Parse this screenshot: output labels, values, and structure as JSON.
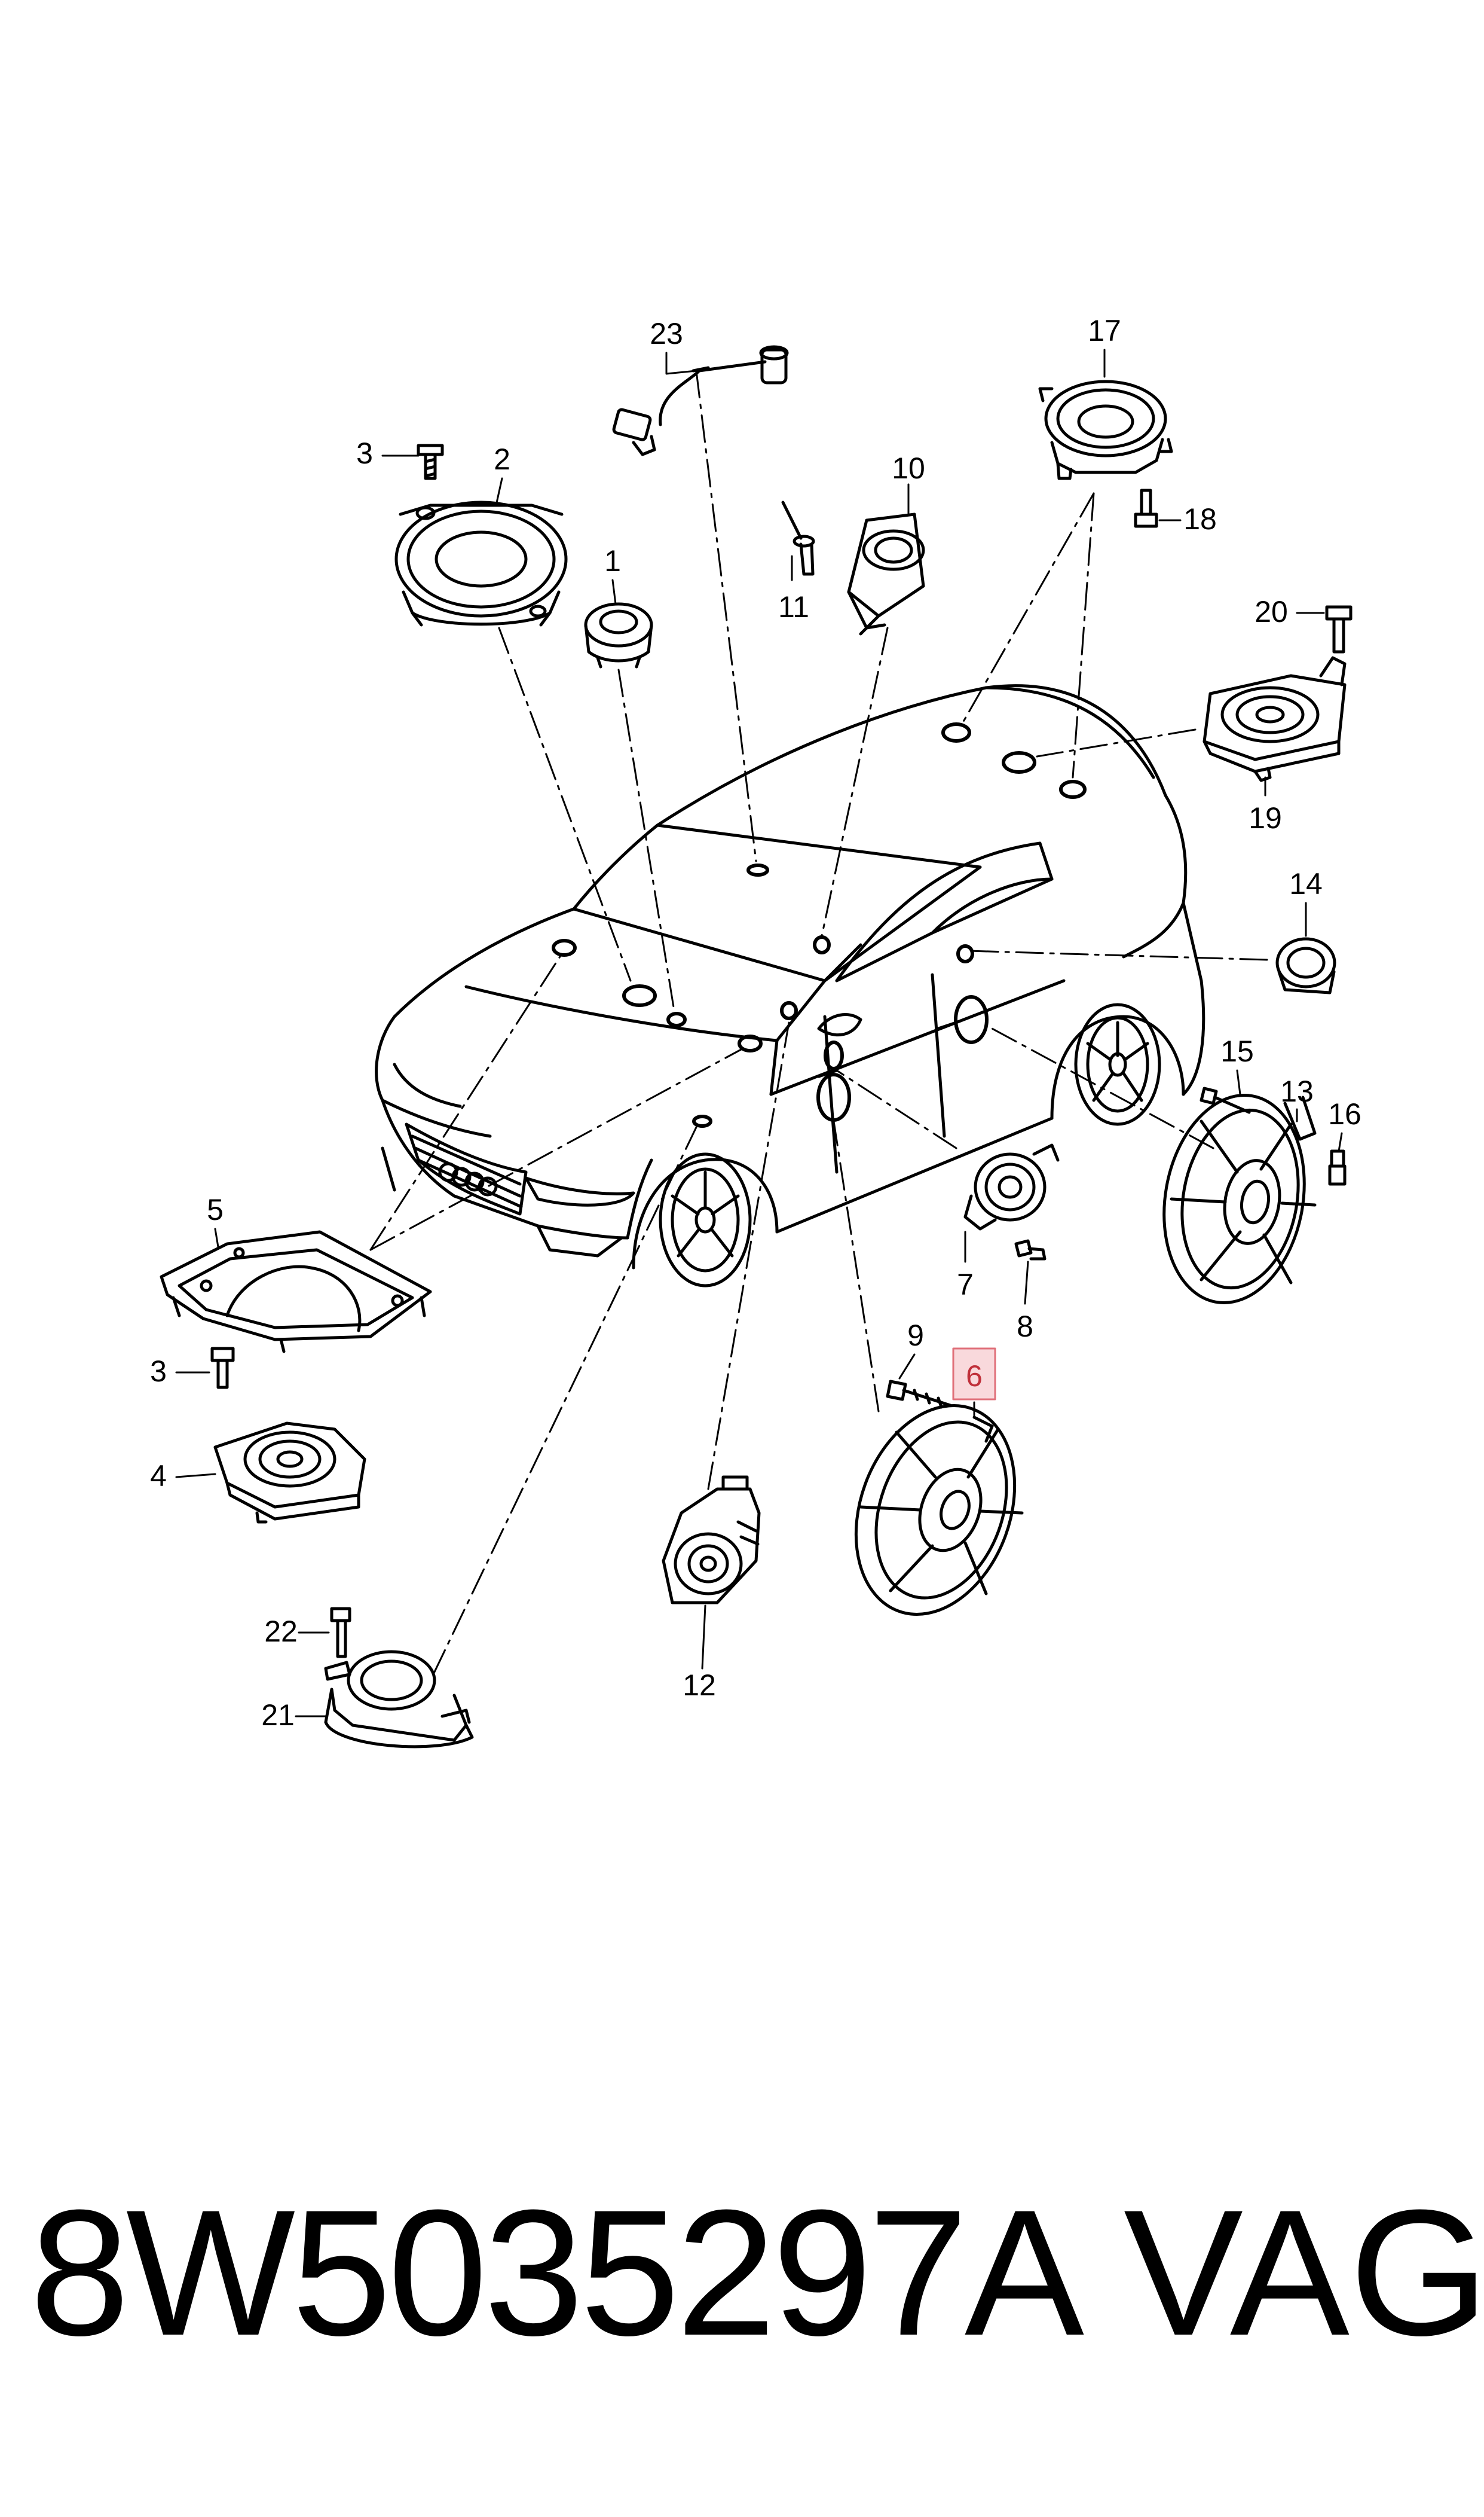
{
  "callouts": [
    {
      "id": "1",
      "label": "1"
    },
    {
      "id": "2",
      "label": "2"
    },
    {
      "id": "3a",
      "label": "3"
    },
    {
      "id": "3b",
      "label": "3"
    },
    {
      "id": "4",
      "label": "4"
    },
    {
      "id": "5",
      "label": "5"
    },
    {
      "id": "6",
      "label": "6",
      "highlighted": true
    },
    {
      "id": "7",
      "label": "7"
    },
    {
      "id": "8",
      "label": "8"
    },
    {
      "id": "9",
      "label": "9"
    },
    {
      "id": "10",
      "label": "10"
    },
    {
      "id": "11",
      "label": "11"
    },
    {
      "id": "12",
      "label": "12"
    },
    {
      "id": "13",
      "label": "13"
    },
    {
      "id": "14",
      "label": "14"
    },
    {
      "id": "15",
      "label": "15"
    },
    {
      "id": "16",
      "label": "16"
    },
    {
      "id": "17",
      "label": "17"
    },
    {
      "id": "18",
      "label": "18"
    },
    {
      "id": "19",
      "label": "19"
    },
    {
      "id": "20",
      "label": "20"
    },
    {
      "id": "21",
      "label": "21"
    },
    {
      "id": "22",
      "label": "22"
    },
    {
      "id": "23",
      "label": "23"
    }
  ],
  "footer": {
    "part_number": "8W5035297A",
    "manufacturer": "VAG"
  },
  "colors": {
    "line": "#000000",
    "highlight_fill": "#f9d9dc",
    "highlight_stroke": "#e0707a",
    "highlight_text": "#c0303a"
  }
}
